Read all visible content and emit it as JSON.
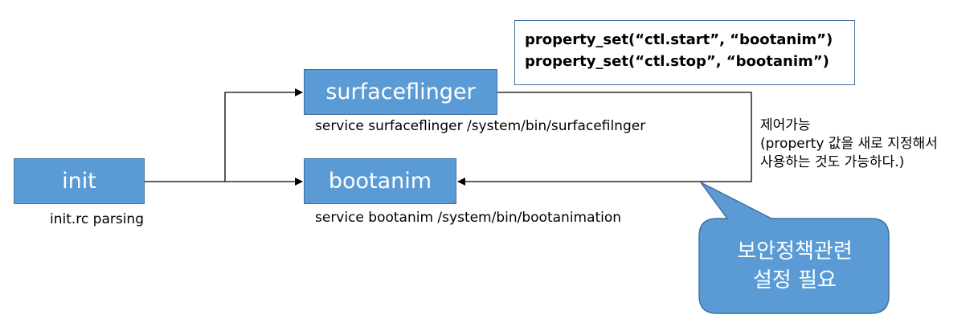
{
  "nodes": {
    "init": {
      "label": "init",
      "caption": "init.rc parsing"
    },
    "surfaceflinger": {
      "label": "surfaceflinger",
      "caption": "service surfaceflinger /system/bin/surfacefilnger"
    },
    "bootanim": {
      "label": "bootanim",
      "caption": "service bootanim /system/bin/bootanimation"
    }
  },
  "property_box": {
    "line1": "property_set(“ctl.start”, “bootanim”)",
    "line2": "property_set(“ctl.stop”, “bootanim”)"
  },
  "control_note": {
    "line1": "제어가능",
    "line2": "(property 값을 새로 지정해서",
    "line3": "사용하는 것도 가능하다.)"
  },
  "callout": {
    "line1": "보안정책관련",
    "line2": "설정 필요"
  },
  "colors": {
    "box_fill": "#5b9bd5",
    "box_border": "#41719c",
    "arrow": "#000000"
  }
}
